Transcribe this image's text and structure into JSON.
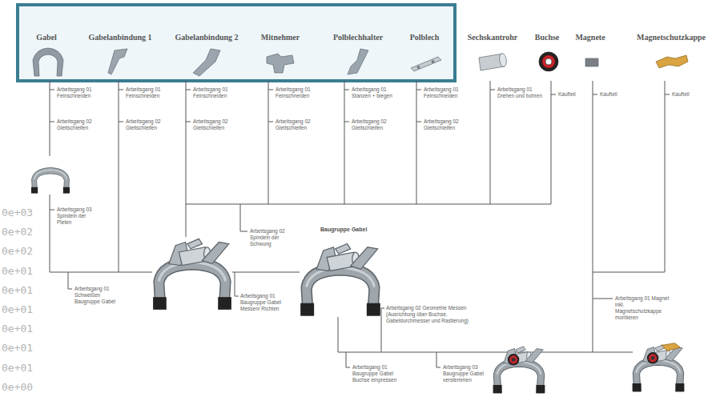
{
  "diagram": {
    "nodes": [
      {
        "text": [
          "Gabel"
        ]
      },
      {
        "text": [
          "Gabelanbindung 1"
        ]
      },
      {
        "text": [
          "Gabelanbindung 2"
        ]
      },
      {
        "text": [
          "Mitnehmer"
        ]
      },
      {
        "text": [
          "Polblechhalter"
        ]
      },
      {
        "text": [
          "Polblech"
        ]
      },
      {
        "text": [
          "Sechskantrohr"
        ]
      },
      {
        "text": [
          "Buchse"
        ]
      },
      {
        "text": [
          "Magnete"
        ]
      },
      {
        "text": [
          "Magnetschutzkappe"
        ]
      }
    ],
    "labels": [
      "Arbeitsgang 01 Feinschneiden",
      "Arbeitsgang 02 Gleitschleifen",
      "Arbeitsgang 03 Spindeln der Pleten",
      "Arbeitsgang 01 Feinschneiden",
      "Arbeitsgang 02 Gleitschleifen",
      "Arbeitsgang 01 Feinschneiden",
      "Arbeitsgang 02 Gleitschleifen",
      "Arbeitsgang 01 Feinschneiden",
      "Arbeitsgang 02 Gleitschleifen",
      "Arbeitsgang 01 Stanzen + biegen",
      "Arbeitsgang 02 Gleitschleifen",
      "Arbeitsgang 01 Feinschneiden",
      "Arbeitsgang 02 Gleitschleifen",
      "Arbeitsgang 01 Drehen und bohren",
      "Kaufteil",
      "Kaufteil",
      "Kaufteil",
      "Arbeitsgang 02 Spindeln der Schwung",
      "Baugruppe Gabel",
      "Arbeitsgang 01 Schweißen Baugruppe Gabel",
      "Arbeitsgang 01 Baugruppe Gabel Messen/ Richten",
      "Arbeitsgang 02 Geometrie Messen (Ausrichtung über Buchse, Gabeldurchmesser und Rastierung)",
      "Arbeitsgang 01 Baugruppe Gabel Buchse einpressen",
      "Arbeitsgang 03 Baugruppe Gabel verstemmen",
      "Arbeitsgang 01 Magnet inkl. Magnetschutzkappe montieren",
      "0e+03",
      "0e+02",
      "0e+02",
      "0e+01",
      "0e+01",
      "0e+01",
      "0e+01",
      "0e+01",
      "0e+01",
      "0e+00"
    ]
  }
}
